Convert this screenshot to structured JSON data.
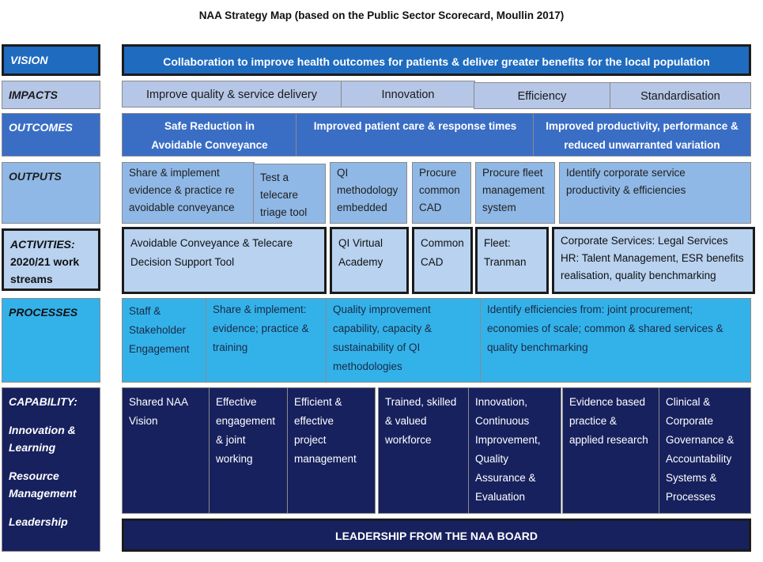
{
  "title": "NAA Strategy Map (based on the Public Sector Scorecard, Moullin 2017)",
  "headers": {
    "vision": "VISION",
    "impacts": "IMPACTS",
    "outcomes": "OUTCOMES",
    "outputs": "OUTPUTS",
    "activities": [
      "ACTIVITIES:",
      "2020/21 work",
      "streams"
    ],
    "processes": "PROCESSES",
    "capability": [
      "CAPABILITY:",
      "Innovation &",
      "Learning",
      "Resource",
      "Management",
      "Leadership"
    ]
  },
  "vision": "Collaboration to improve health outcomes for patients & deliver greater benefits for the local population",
  "impacts": [
    "Improve quality & service delivery",
    "Innovation",
    "Efficiency",
    "Standardisation"
  ],
  "outcomes": [
    [
      "Safe Reduction in",
      "Avoidable Conveyance"
    ],
    [
      "Improved patient care & response times"
    ],
    [
      "Improved productivity, performance &",
      "reduced unwarranted variation"
    ]
  ],
  "outputs": [
    [
      "Share & implement",
      "evidence & practice re",
      "avoidable conveyance"
    ],
    [
      "Test a",
      "telecare",
      "triage tool"
    ],
    [
      "QI",
      "methodology",
      "embedded"
    ],
    [
      "Procure",
      "common",
      "CAD"
    ],
    [
      "Procure fleet",
      "management",
      "system"
    ],
    [
      "Identify corporate service",
      "productivity & efficiencies"
    ]
  ],
  "activities": [
    [
      "Avoidable Conveyance & Telecare",
      "Decision Support Tool"
    ],
    [
      "QI Virtual",
      "Academy"
    ],
    [
      "Common",
      "CAD"
    ],
    [
      "Fleet:",
      "Tranman"
    ],
    [
      "Corporate Services: Legal Services",
      "HR: Talent Management, ESR benefits",
      "realisation, quality benchmarking"
    ]
  ],
  "processes": [
    [
      "Staff &",
      "Stakeholder",
      "Engagement"
    ],
    [
      "Share & implement:",
      "evidence; practice &",
      "training"
    ],
    [
      "Quality improvement",
      "capability, capacity &",
      "sustainability of QI",
      "methodologies"
    ],
    [
      "Identify efficiencies from: joint procurement;",
      "economies of scale; common & shared services &",
      "quality benchmarking"
    ]
  ],
  "capability": [
    [
      "Shared  NAA",
      "Vision"
    ],
    [
      "Effective",
      "engagement",
      "& joint",
      "working"
    ],
    [
      "Efficient &",
      "effective",
      "project",
      "management"
    ],
    [
      "Trained, skilled",
      "& valued",
      "workforce"
    ],
    [
      "Innovation,",
      "Continuous",
      "Improvement,",
      "Quality",
      "Assurance &",
      "Evaluation"
    ],
    [
      "Evidence based",
      "practice &",
      "applied research"
    ],
    [
      "Clinical &",
      "Corporate",
      "Governance  &",
      "Accountability",
      "Systems &",
      "Processes"
    ]
  ],
  "leadership": "LEADERSHIP FROM THE NAA BOARD"
}
